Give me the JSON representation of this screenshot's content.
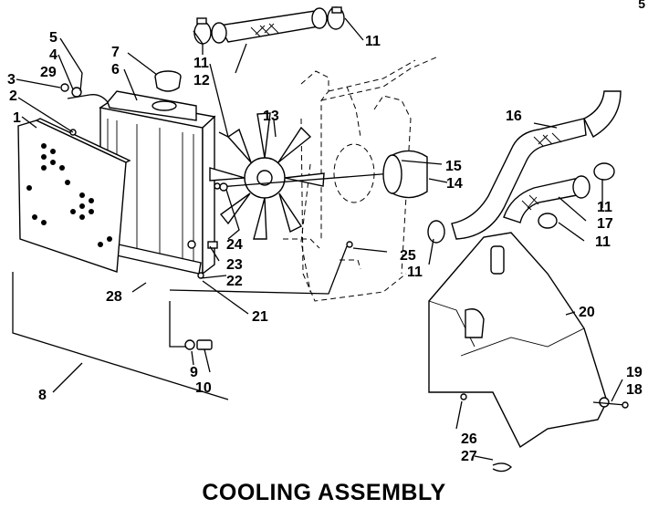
{
  "title": "COOLING ASSEMBLY",
  "page_mark": "5",
  "callouts": [
    "1",
    "2",
    "3",
    "4",
    "5",
    "6",
    "7",
    "8",
    "9",
    "10",
    "11",
    "11",
    "11",
    "11",
    "11",
    "11",
    "12",
    "13",
    "14",
    "15",
    "16",
    "17",
    "18",
    "19",
    "20",
    "21",
    "22",
    "23",
    "24",
    "25",
    "26",
    "27",
    "28",
    "29"
  ]
}
